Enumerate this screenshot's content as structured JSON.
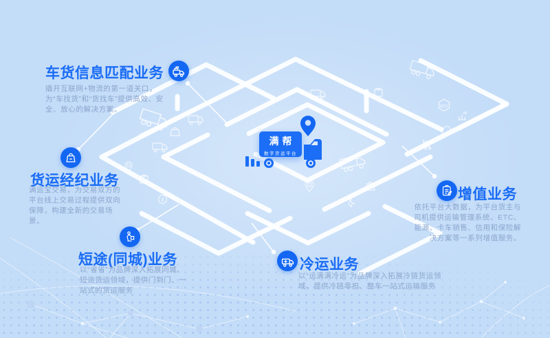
{
  "brand": {
    "name": "满帮",
    "tagline": "数字货运平台"
  },
  "sections": [
    {
      "id": "matching",
      "title": "车货信息匹配业务",
      "icon": "truck-cargo-icon",
      "desc": "撬开互联网+物流的第一道关口，为“车找货”和“货找车”提供高效、安全、放心的解决方案。"
    },
    {
      "id": "brokerage",
      "title": "货运经纪业务",
      "icon": "bag-icon",
      "desc": "满运宝交易，为交易双方的平台线上交易过程提供双向保障，构建全新的交易场景。"
    },
    {
      "id": "shorthaul",
      "title": "短途(同城)业务",
      "icon": "porter-icon",
      "desc": "以“省省”为品牌深入拓展同城、短途货运领域，提供门到门、一站式的货运服务"
    },
    {
      "id": "coldchain",
      "title": "冷运业务",
      "icon": "cold-truck-icon",
      "desc": "以“运满满冷运”为品牌深入拓展冷链货运领域，提供冷链零担、整车一站式运输服务"
    },
    {
      "id": "valueadded",
      "title": "增值业务",
      "icon": "clipboard-icon",
      "desc": "依托平台大数据，为平台货主与司机提供运输管理系统、ETC、能源、卡车销售、信用和保险解决方案等一系列增值服务。"
    }
  ],
  "decor": {
    "etc_label": "ETC",
    "coin_symbol": "$"
  },
  "colors": {
    "background": "#c3dcf8",
    "accent_title": "#1a6cf5",
    "icon_circle": "#1467f2",
    "logo_card": "#1b6ef5",
    "description_text": "#8ba6ce",
    "maze_lines": "#ffffff"
  }
}
